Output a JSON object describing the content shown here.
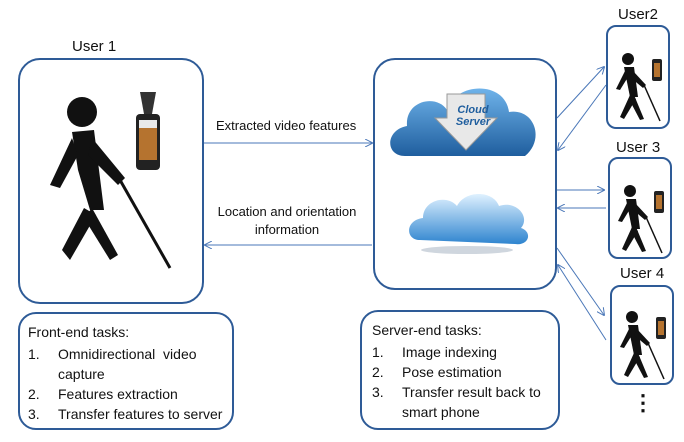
{
  "users": {
    "main": "User 1",
    "others": [
      "User2",
      "User 3",
      "User 4"
    ],
    "more": "⋮"
  },
  "arrows": {
    "top": "Extracted video features",
    "bottom": "Location and orientation information"
  },
  "cloud_label": "Cloud Server",
  "front_tasks": {
    "title": "Front-end tasks:",
    "items": [
      {
        "num": "1.",
        "text": "Omnidirectional  video capture"
      },
      {
        "num": "2.",
        "text": "Features extraction"
      },
      {
        "num": "3.",
        "text": "Transfer features to server"
      }
    ]
  },
  "server_tasks": {
    "title": "Server-end tasks:",
    "items": [
      {
        "num": "1.",
        "text": "Image indexing"
      },
      {
        "num": "2.",
        "text": "Pose estimation"
      },
      {
        "num": "3.",
        "text": "Transfer result back to smart phone"
      }
    ]
  }
}
